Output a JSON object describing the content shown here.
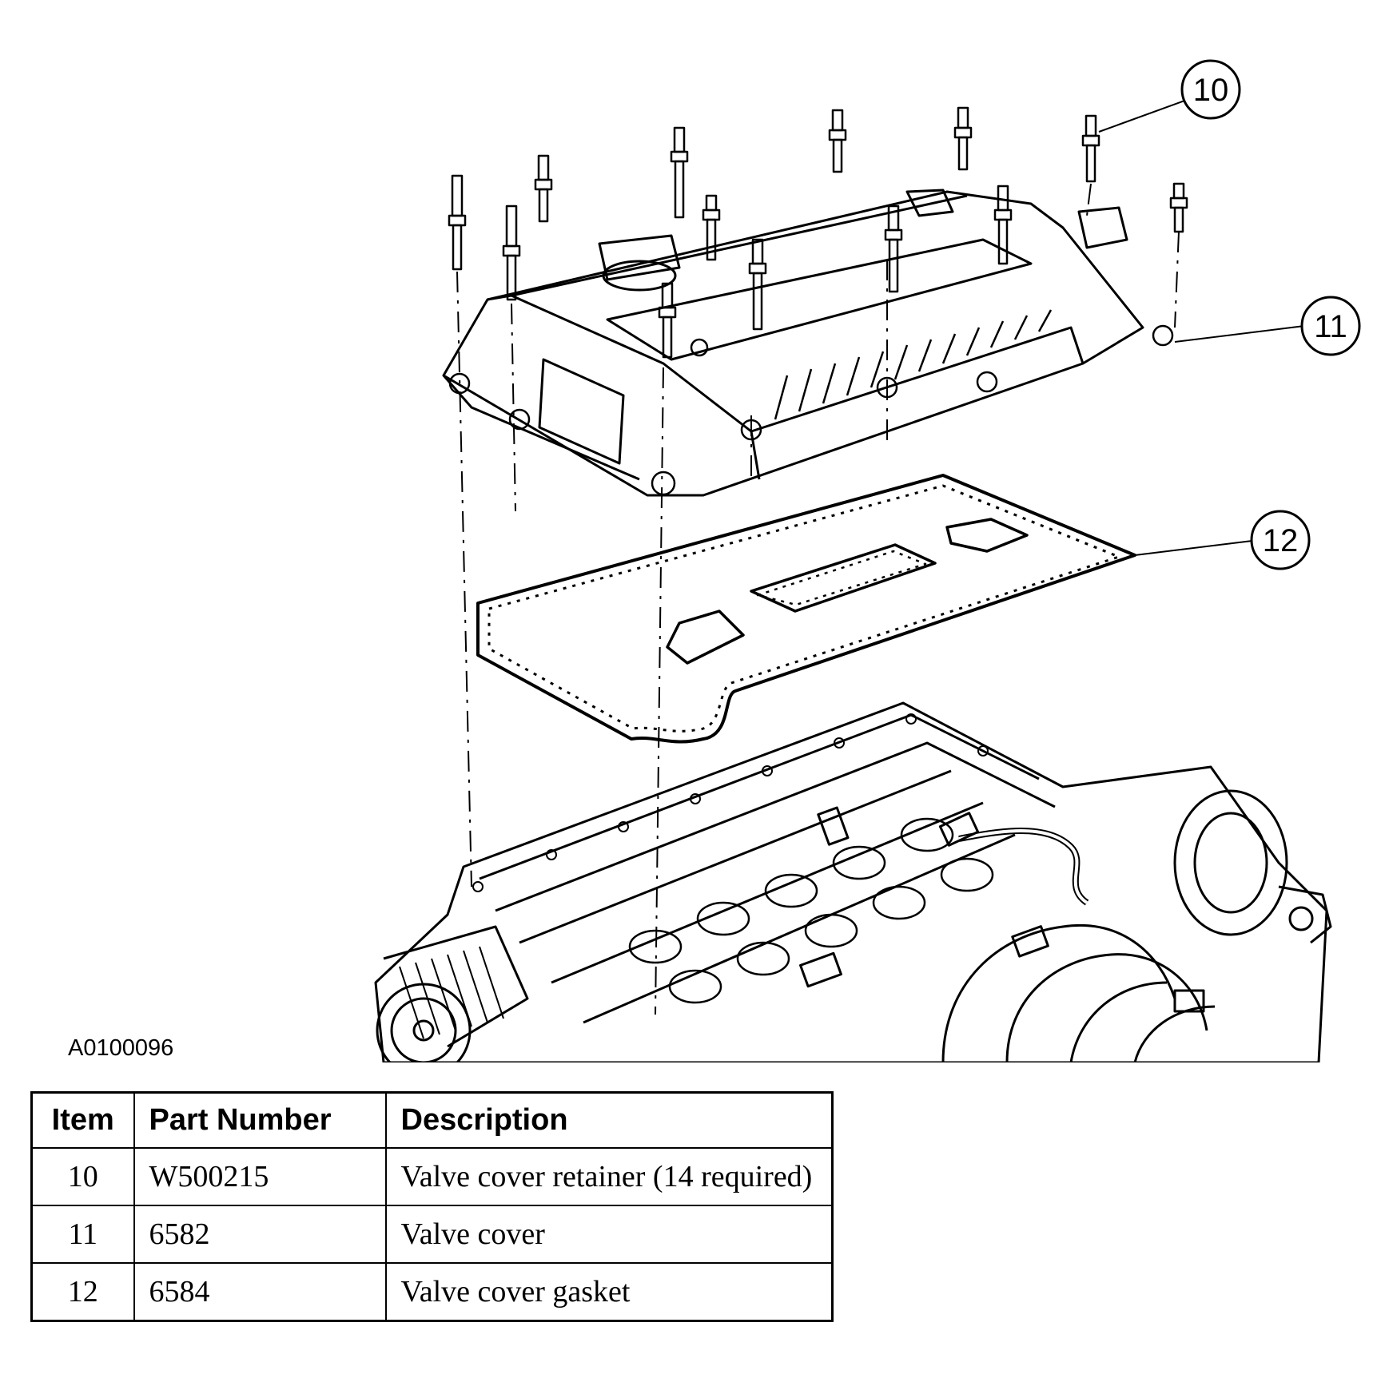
{
  "callouts": [
    {
      "id": "10"
    },
    {
      "id": "11"
    },
    {
      "id": "12"
    }
  ],
  "figure_id": "A0100096",
  "table": {
    "headers": {
      "item": "Item",
      "part_number": "Part Number",
      "description": "Description"
    },
    "rows": [
      {
        "item": "10",
        "part_number": "W500215",
        "description": "Valve cover retainer (14 required)"
      },
      {
        "item": "11",
        "part_number": "6582",
        "description": "Valve cover"
      },
      {
        "item": "12",
        "part_number": "6584",
        "description": "Valve cover gasket"
      }
    ]
  }
}
